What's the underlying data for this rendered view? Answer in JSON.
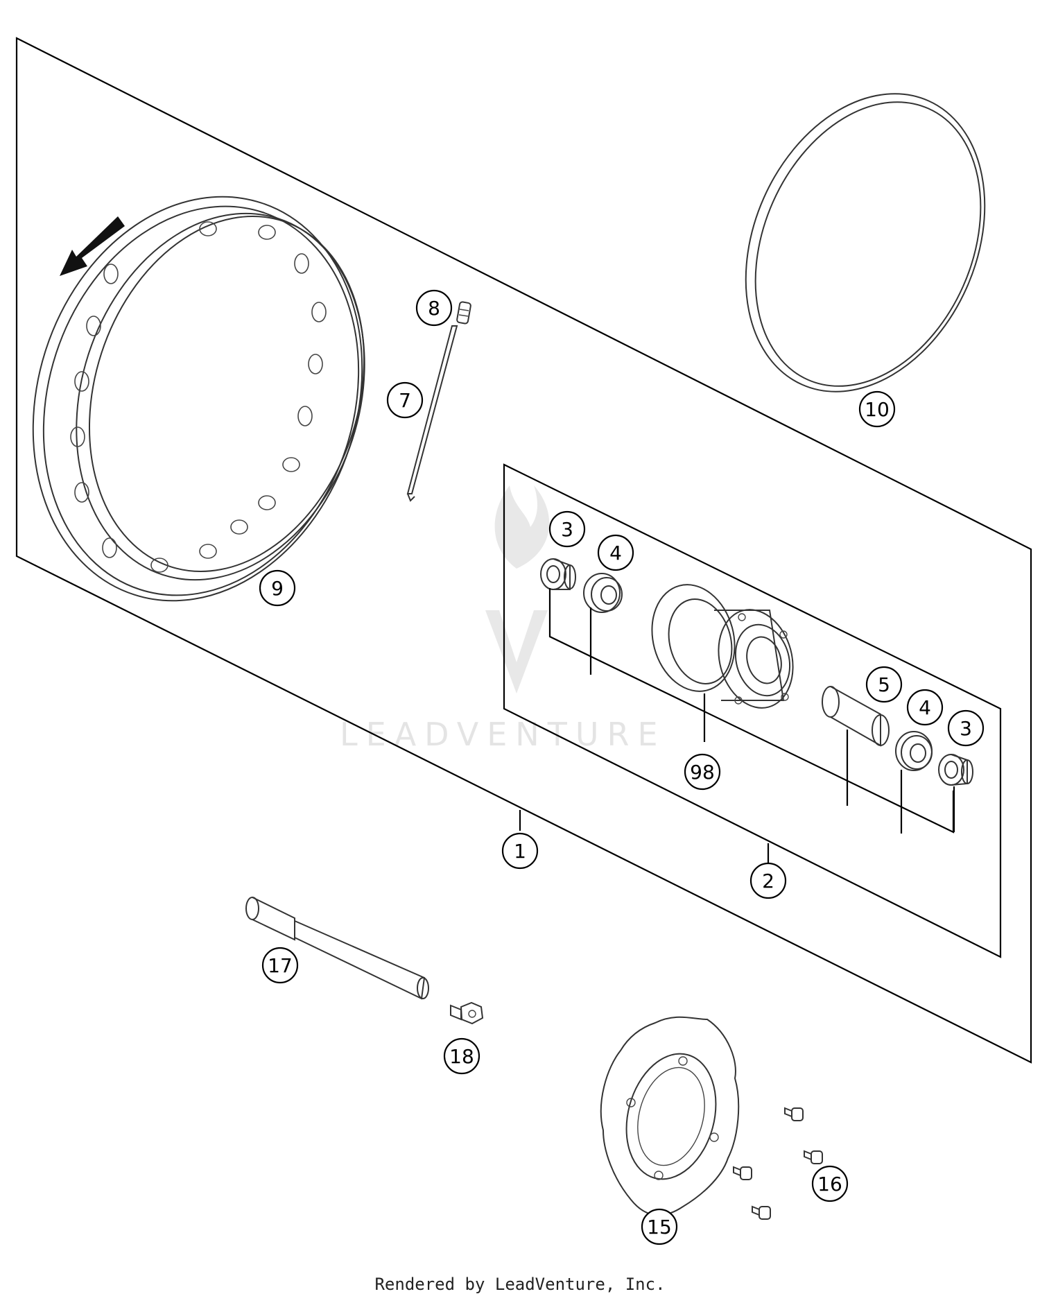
{
  "callouts": [
    {
      "id": "c1",
      "label": "1"
    },
    {
      "id": "c2",
      "label": "2"
    },
    {
      "id": "c3a",
      "label": "3"
    },
    {
      "id": "c3b",
      "label": "3"
    },
    {
      "id": "c4a",
      "label": "4"
    },
    {
      "id": "c4b",
      "label": "4"
    },
    {
      "id": "c5",
      "label": "5"
    },
    {
      "id": "c7",
      "label": "7"
    },
    {
      "id": "c8",
      "label": "8"
    },
    {
      "id": "c9",
      "label": "9"
    },
    {
      "id": "c10",
      "label": "10"
    },
    {
      "id": "c15",
      "label": "15"
    },
    {
      "id": "c16",
      "label": "16"
    },
    {
      "id": "c17",
      "label": "17"
    },
    {
      "id": "c18",
      "label": "18"
    },
    {
      "id": "c98",
      "label": "98"
    }
  ],
  "watermark": "LEADVENTURE",
  "footer": "Rendered by LeadVenture, Inc."
}
